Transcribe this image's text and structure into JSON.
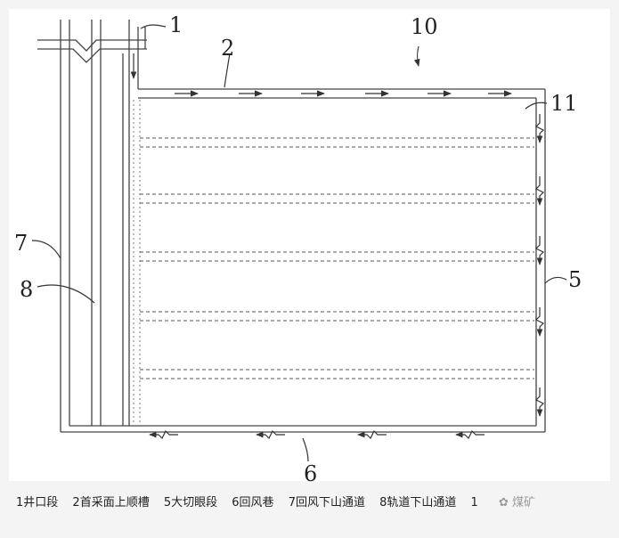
{
  "labels": {
    "l1": "1",
    "l2": "2",
    "l5": "5",
    "l6": "6",
    "l7": "7",
    "l8": "8",
    "l10": "10",
    "l11": "11"
  },
  "legend": [
    "1井口段",
    "2首采面上顺槽",
    "5大切眼段",
    "6回风巷",
    "7回风下山通道",
    "8轨道下山通道",
    "1"
  ],
  "watermark": "煤矿"
}
